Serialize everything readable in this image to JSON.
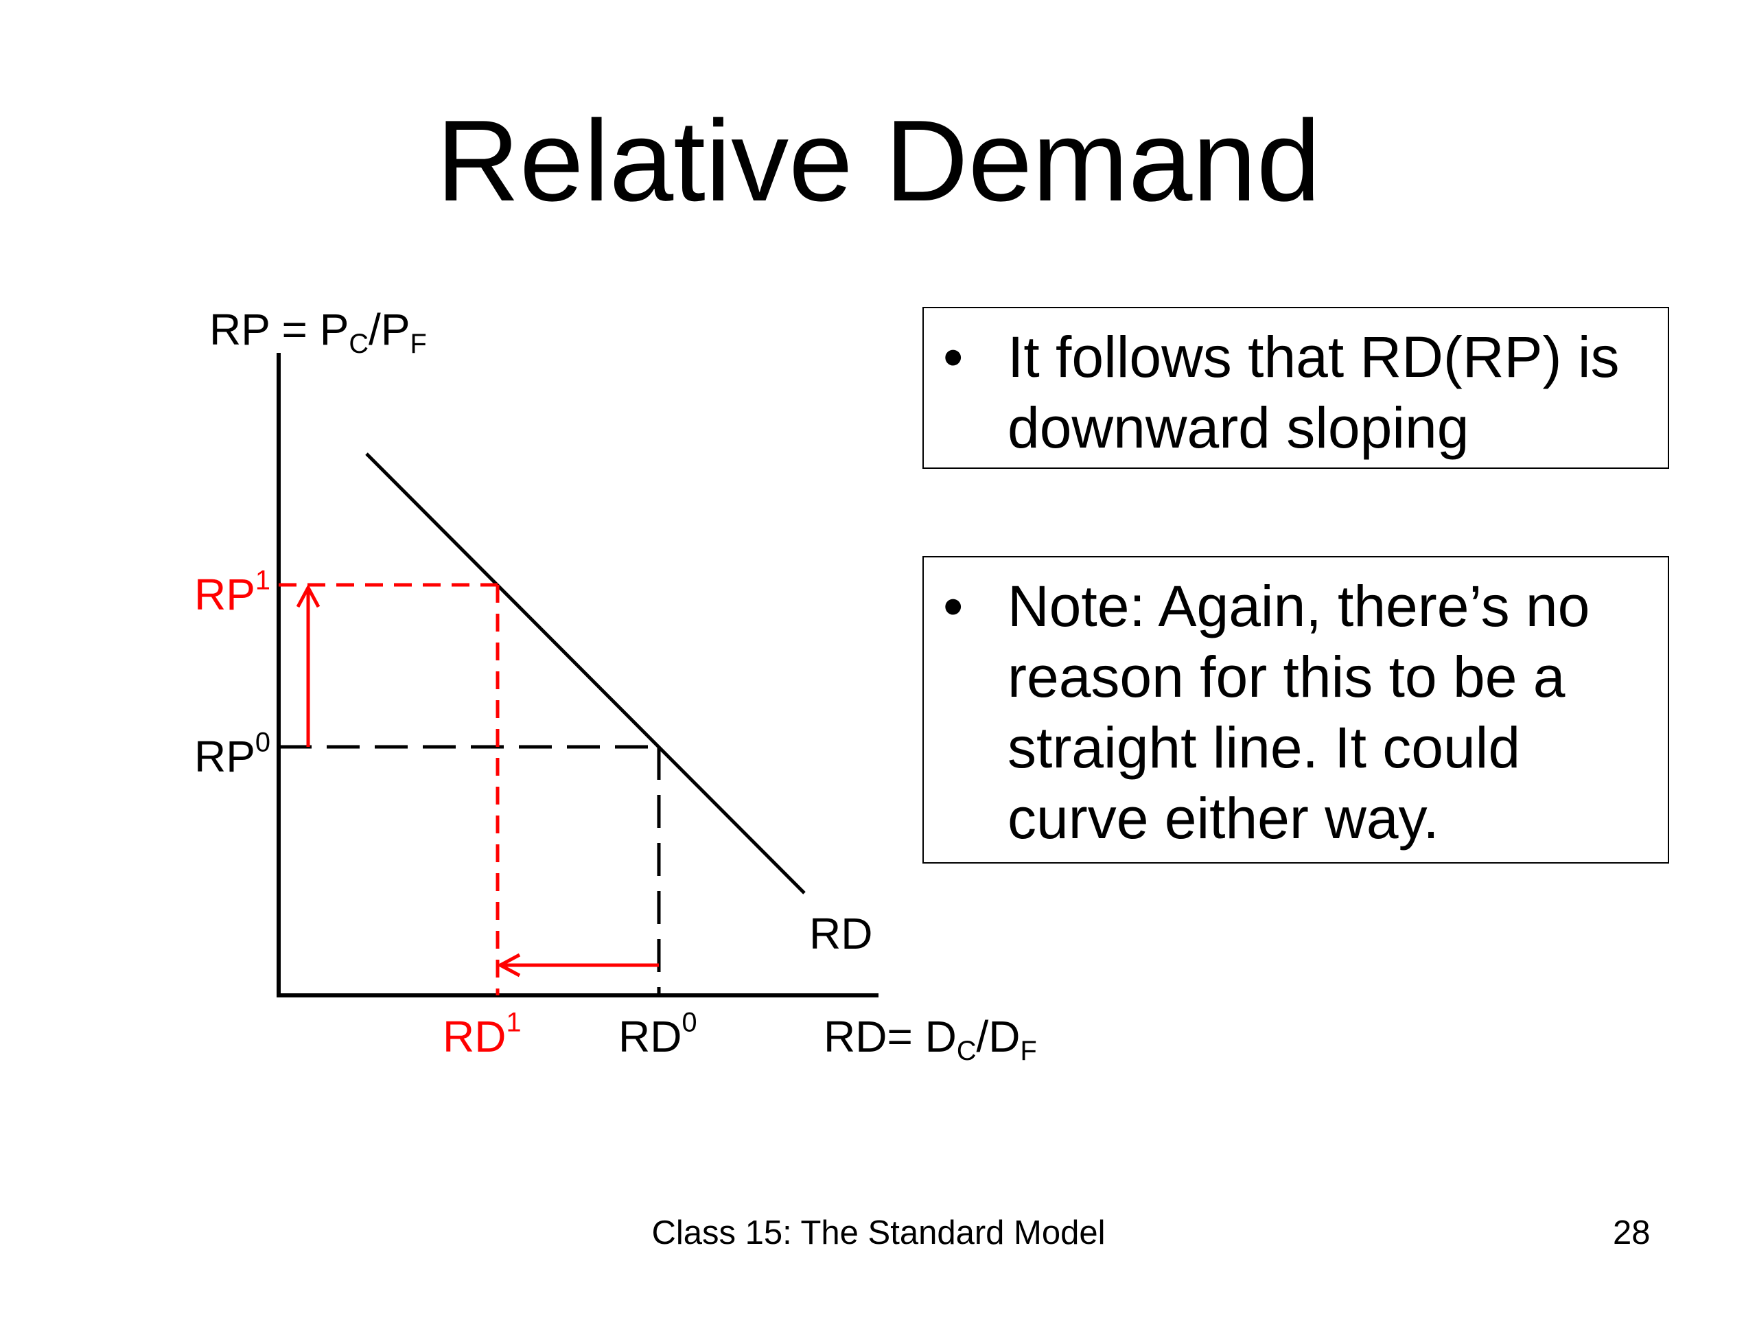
{
  "slide": {
    "title": "Relative Demand",
    "footer": "Class 15:  The Standard Model",
    "page_number": "28"
  },
  "diagram": {
    "y_axis_label": {
      "base": "RP = P",
      "sub1": "C",
      "mid": "/P",
      "sub2": "F"
    },
    "x_axis_label": {
      "base": "RD= D",
      "sub1": "C",
      "mid": "/D",
      "sub2": "F"
    },
    "curve_label": "RD",
    "rp1": {
      "base": "RP",
      "sup": "1"
    },
    "rp0": {
      "base": "RP",
      "sup": "0"
    },
    "rd1": {
      "base": "RD",
      "sup": "1"
    },
    "rd0": {
      "base": "RD",
      "sup": "0"
    },
    "colors": {
      "shift": "#ff0000",
      "base": "#000000"
    }
  },
  "boxes": [
    {
      "bullet": "•",
      "text": "It follows that RD(RP) is downward sloping"
    },
    {
      "bullet": "•",
      "text": "Note:  Again, there’s no reason for this to be a straight line. It could curve either way."
    }
  ]
}
